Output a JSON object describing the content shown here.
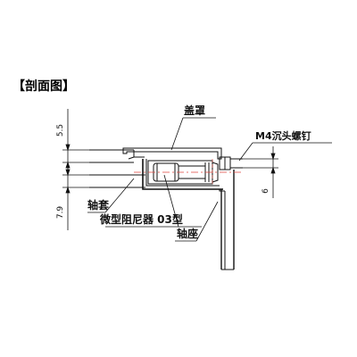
{
  "title": "【剖面图】",
  "labels": {
    "cover": "盖罩",
    "screw": "M4沉头螺钉",
    "sleeve": "轴套",
    "damper": "微型阻尼器 03型",
    "seat": "轴座"
  },
  "dimensions": {
    "upper": "5.5",
    "lower": "7.9",
    "right": "6"
  },
  "colors": {
    "line": "#111111",
    "centerline": "#e0463c",
    "accent": "#2a5fb0"
  }
}
